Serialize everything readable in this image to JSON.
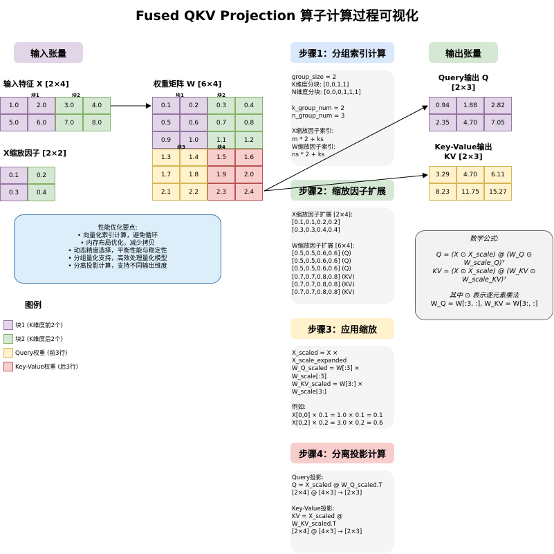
{
  "title": "Fused QKV Projection 算子计算过程可视化",
  "headers": {
    "input": "输入张量",
    "output": "输出张量",
    "step1": "步骤1：分组索引计算",
    "step2": "步骤2：缩放因子扩展",
    "step3": "步骤3：应用缩放",
    "step4": "步骤4：分离投影计算"
  },
  "x_tensor": {
    "label": "输入特征 X [2×4]",
    "block1": "块1",
    "block2": "块2",
    "values": [
      [
        "1.0",
        "2.0",
        "3.0",
        "4.0"
      ],
      [
        "5.0",
        "6.0",
        "7.0",
        "8.0"
      ]
    ]
  },
  "x_scale": {
    "label": "X缩放因子 [2×2]",
    "values": [
      [
        "0.1",
        "0.2"
      ],
      [
        "0.3",
        "0.4"
      ]
    ]
  },
  "w_tensor": {
    "label": "权重矩阵 W [6×4]",
    "block1": "块1",
    "block2": "块2",
    "block3": "块3",
    "block4": "块4",
    "values": [
      [
        "0.1",
        "0.2",
        "0.3",
        "0.4"
      ],
      [
        "0.5",
        "0.6",
        "0.7",
        "0.8"
      ],
      [
        "0.9",
        "1.0",
        "1.1",
        "1.2"
      ],
      [
        "1.3",
        "1.4",
        "1.5",
        "1.6"
      ],
      [
        "1.7",
        "1.8",
        "1.9",
        "2.0"
      ],
      [
        "2.1",
        "2.2",
        "2.3",
        "2.4"
      ]
    ]
  },
  "q_output": {
    "label": "Query输出 Q\n[2×3]",
    "values": [
      [
        "0.94",
        "1.88",
        "2.82"
      ],
      [
        "2.35",
        "4.70",
        "7.05"
      ]
    ]
  },
  "kv_output": {
    "label": "Key-Value输出\nKV [2×3]",
    "values": [
      [
        "3.29",
        "4.70",
        "6.11"
      ],
      [
        "8.23",
        "11.75",
        "15.27"
      ]
    ]
  },
  "step1_text": "group_size = 2\nK维度分块: [0,0,1,1]\nN维度分块: [0,0,0,1,1,1]\n\nk_group_num = 2\nn_group_num = 3\n\nX缩放因子索引:\nm * 2 + ks\nW缩放因子索引:\nns * 2 + ks",
  "step2_text": "X缩放因子扩展 [2×4]:\n[0.1,0.1,0.2,0.2]\n[0.3,0.3,0.4,0.4]\n\nW缩放因子扩展 [6×4]:\n[0.5,0.5,0.6,0.6] (Q)\n[0.5,0.5,0.6,0.6] (Q)\n[0.5,0.5,0.6,0.6] (Q)\n[0.7,0.7,0.8,0.8] (KV)\n[0.7,0.7,0.8,0.8] (KV)\n[0.7,0.7,0.8,0.8] (KV)",
  "step3_text": "X_scaled = X ×\nX_scale_expanded\nW_Q_scaled = W[:3] ×\nW_scale[:3]\nW_KV_scaled = W[3:] ×\nW_scale[3:]\n\n例如:\nX[0,0] × 0.1 = 1.0 × 0.1 = 0.1\nX[0,2] × 0.2 = 3.0 × 0.2 = 0.6",
  "step4_text": "Query投影:\nQ = X_scaled @ W_Q_scaled.T\n[2×4] @ [4×3] → [2×3]\n\nKey-Value投影:\nKV = X_scaled @\nW_KV_scaled.T\n[2×4] @ [4×3] → [2×3]",
  "perf": {
    "title": "性能优化要点:",
    "items": [
      "• 向量化索引计算，避免循环",
      "• 内存布局优化，减少拷贝",
      "• 动态精度选择，平衡性能与稳定性",
      "• 分组量化支持，高效处理量化模型",
      "• 分离投影计算，支持不同输出维度"
    ]
  },
  "formula": {
    "title": "数学公式:",
    "q_line1": "Q = (X ⊙ X_scale) @ (W_Q ⊙",
    "q_line2": "W_scale_Q)ᵀ",
    "kv_line1": "KV = (X ⊙ X_scale) @ (W_KV ⊙",
    "kv_line2": "W_scale_KV)ᵀ",
    "note1": "其中 ⊙ 表示逐元素乘法",
    "note2": "W_Q = W[:3, :], W_KV = W[3:, :]"
  },
  "legend": {
    "title": "图例",
    "items": [
      "块1 (K维度前2个)",
      "块2 (K维度后2个)",
      "Query权重 (前3行)",
      "Key-Value权重 (后3行)"
    ]
  },
  "colors": {
    "purple": "#e1d5e7",
    "green": "#d5e8d4",
    "yellow": "#fff2cc",
    "red": "#f8cecc",
    "blue": "#dae8fc"
  }
}
